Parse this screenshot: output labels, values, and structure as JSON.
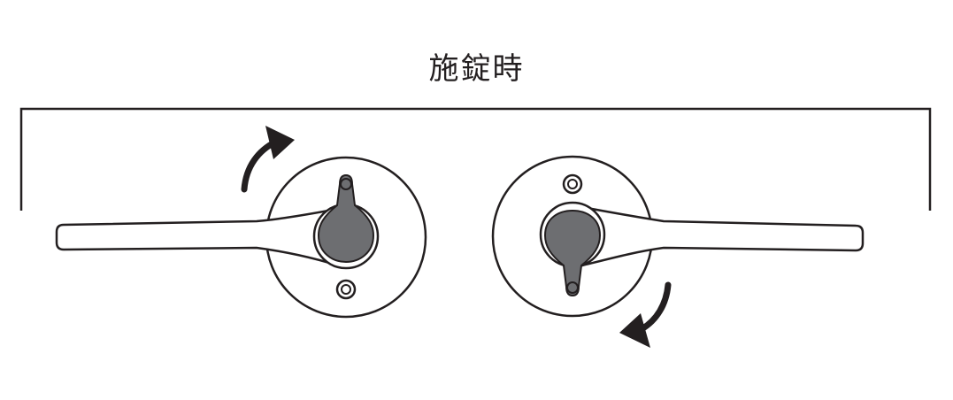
{
  "title": "施錠時",
  "colors": {
    "stroke": "#231f20",
    "thumbturn_fill": "#6d6e71",
    "background": "#ffffff"
  },
  "components": [
    {
      "name": "left-lever-handle",
      "thumbturn_orientation": "up"
    },
    {
      "name": "right-lever-handle",
      "thumbturn_orientation": "down"
    }
  ],
  "arrows": [
    {
      "name": "left-rotation-arrow",
      "direction": "clockwise"
    },
    {
      "name": "right-rotation-arrow",
      "direction": "clockwise"
    }
  ]
}
